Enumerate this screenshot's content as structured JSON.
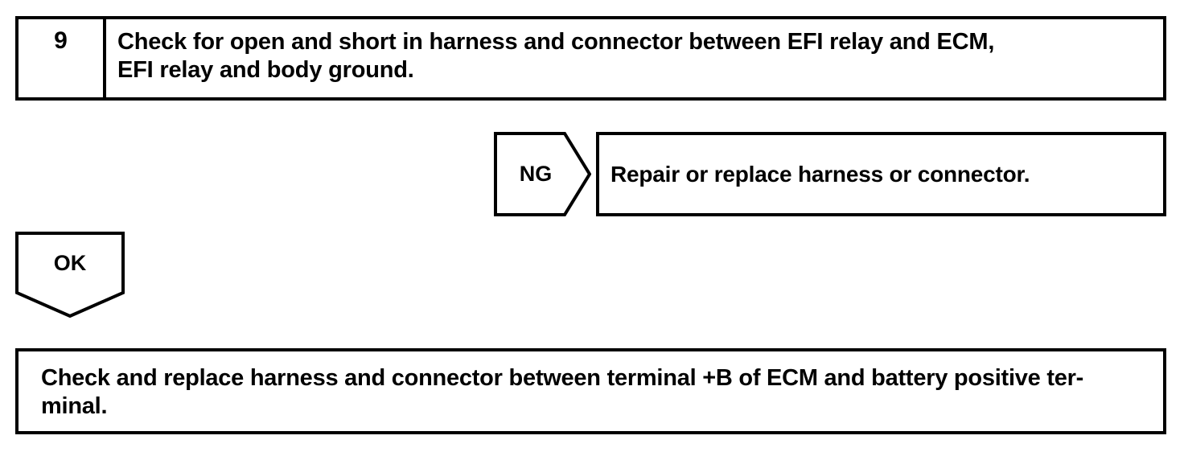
{
  "diagram": {
    "type": "troubleshooting-flowchart",
    "line_color": "#000000",
    "background_color": "#ffffff",
    "text_color": "#000000"
  },
  "step": {
    "number": "9",
    "instruction": "Check for open and short in harness and connector between EFI relay and ECM,\nEFI relay and body ground."
  },
  "branches": {
    "ng": {
      "label": "NG",
      "result": "Repair or replace harness or connector."
    },
    "ok": {
      "label": "OK"
    }
  },
  "final": {
    "text": "Check and replace harness and connector between terminal +B of ECM and battery positive ter-\nminal."
  }
}
